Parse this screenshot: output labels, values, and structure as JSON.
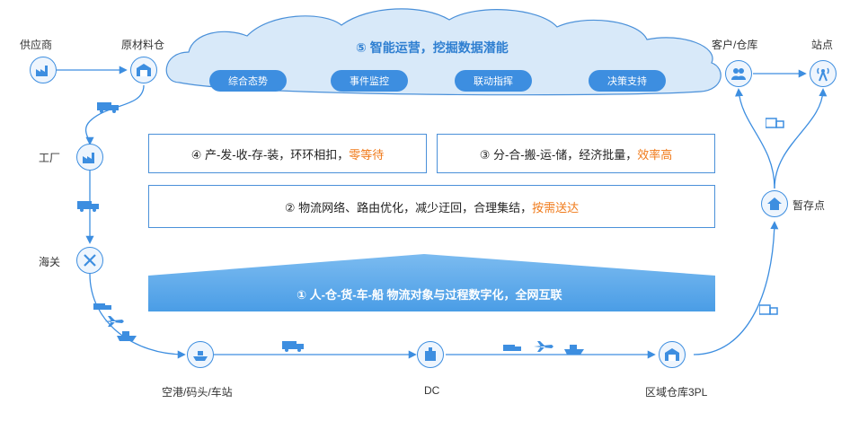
{
  "colors": {
    "accent": "#3d8ee0",
    "highlight": "#f07a1a",
    "cloud_fill": "#d8e9f9"
  },
  "cloud": {
    "title": "⑤ 智能运营，挖掘数据潜能",
    "pills": [
      "综合态势",
      "事件监控",
      "联动指挥",
      "决策支持"
    ]
  },
  "boxes": {
    "box4": {
      "text": "④ 产-发-收-存-装，环环相扣，",
      "highlight": "零等待"
    },
    "box3": {
      "text": "③ 分-合-搬-运-储，经济批量，",
      "highlight": "效率高"
    },
    "box2": {
      "text": "② 物流网络、路由优化，减少迂回，合理集结，",
      "highlight": "按需送达"
    }
  },
  "base": {
    "text": "① 人-仓-货-车-船  物流对象与过程数字化，全网互联"
  },
  "nodes": {
    "supplier": "供应商",
    "raw_warehouse": "原材料仓",
    "factory": "工厂",
    "customs": "海关",
    "port": "空港/码头/车站",
    "dc": "DC",
    "regional": "区域仓库3PL",
    "temp_store": "暂存点",
    "customer": "客户/仓库",
    "station": "站点"
  },
  "icons": {
    "supplier": "factory-icon",
    "raw_warehouse": "warehouse-icon",
    "factory": "factory-icon",
    "customs": "tools-icon",
    "port": "ship-icon",
    "dc": "building-icon",
    "regional": "warehouse-icon",
    "temp_store": "house-icon",
    "customer": "people-icon",
    "station": "antenna-icon"
  }
}
